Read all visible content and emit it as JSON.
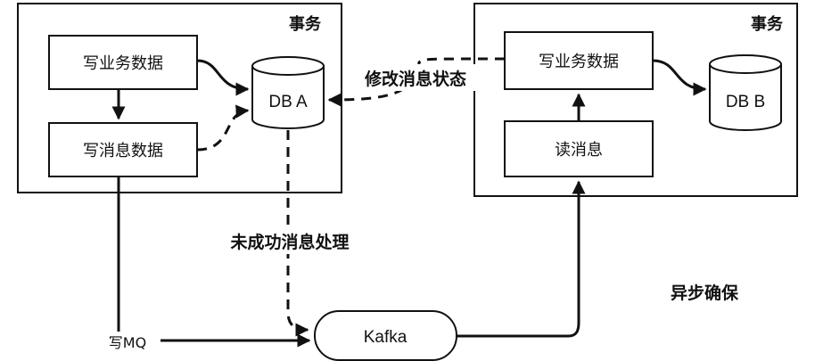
{
  "left_group": {
    "title": "事务",
    "write_business": "写业务数据",
    "write_message": "写消息数据",
    "db": "DB A"
  },
  "right_group": {
    "title": "事务",
    "write_business": "写业务数据",
    "read_message": "读消息",
    "db": "DB B"
  },
  "labels": {
    "update_status": "修改消息状态",
    "retry_failed": "未成功消息处理",
    "write_mq": "写MQ",
    "async_guarantee": "异步确保"
  },
  "queue": {
    "name": "Kafka"
  }
}
